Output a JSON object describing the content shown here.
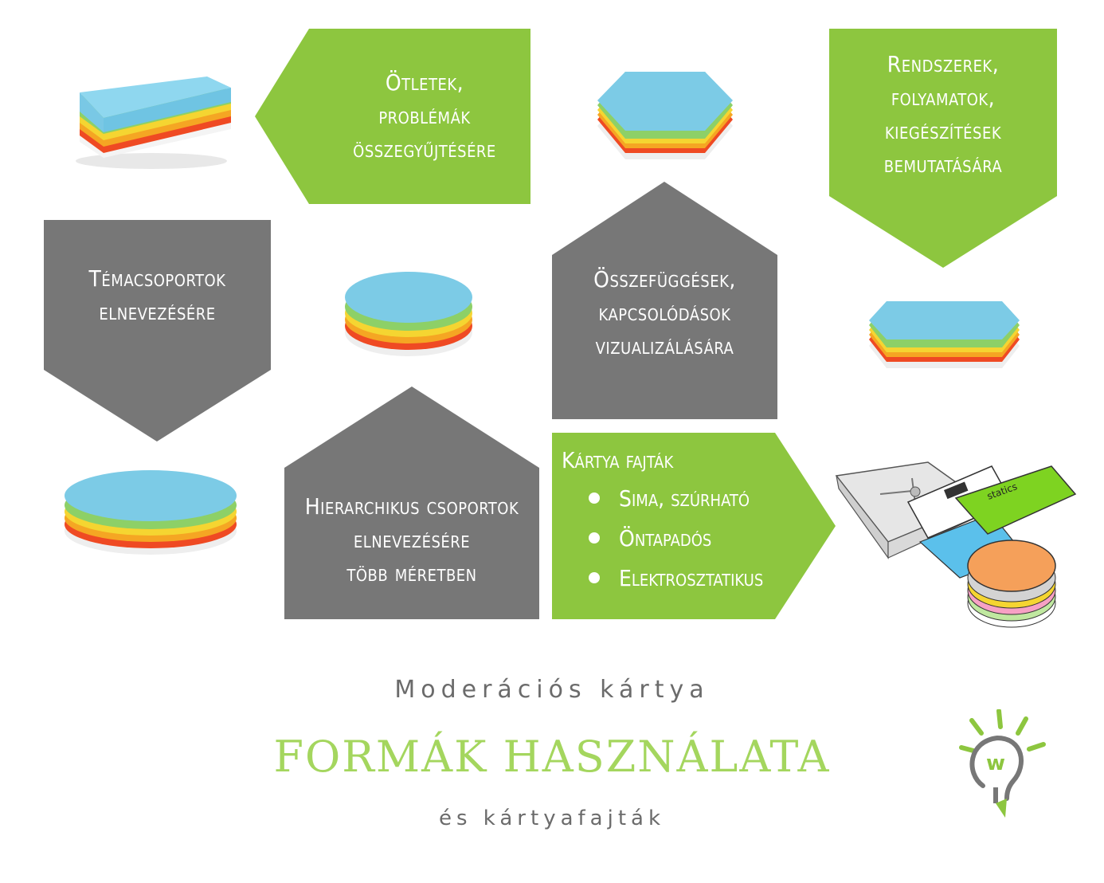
{
  "shapes": {
    "ideas": {
      "lines": [
        "Ötletek,",
        "problémák",
        "összegyűjtésére"
      ]
    },
    "systems": {
      "lines": [
        "Rendszerek,",
        "folyamatok,",
        "kiegészítések",
        "bemutatására"
      ]
    },
    "topics": {
      "lines": [
        "Témacsoportok",
        "elnevezésére"
      ]
    },
    "relations": {
      "lines": [
        "Összefüggések,",
        "kapcsolódások",
        "vizualizálására"
      ]
    },
    "hierarchy": {
      "lines": [
        "Hierarchikus csoportok",
        "elnevezésére",
        "több méretben"
      ]
    }
  },
  "card_types": {
    "heading": "Kártya fajták",
    "items": [
      "Sima, szúrható",
      "Öntapadós",
      "Elektrosztatikus"
    ]
  },
  "footer": {
    "subtitle": "Moderációs kártya",
    "title": "FORMÁK HASZNÁLATA",
    "tagline": "és kártyafajták"
  },
  "illustration": {
    "card_text": "statics"
  },
  "colors": {
    "green": "#8dc63f",
    "gray": "#777777",
    "title_green": "#a4d65e",
    "blue": "#7ccbe6",
    "yellow": "#f5d531",
    "orange": "#f5a623",
    "red": "#ef4a23"
  },
  "icons": {
    "logo": "lightbulb-w-logo-icon",
    "bullet": "bullet-dot-icon"
  }
}
